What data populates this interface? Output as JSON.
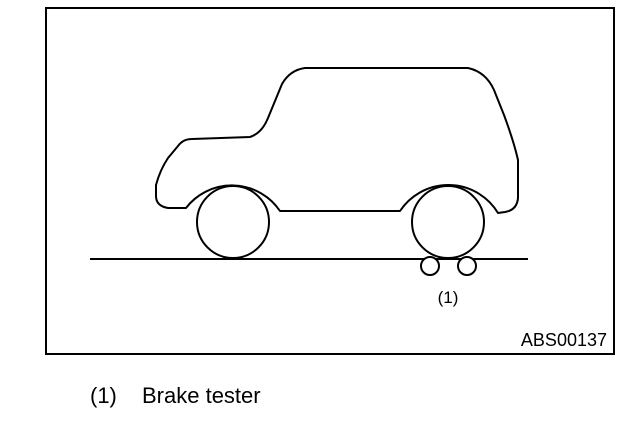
{
  "figure": {
    "callout": "(1)",
    "code": "ABS00137"
  },
  "legend": [
    {
      "number": "(1)",
      "text": "Brake tester"
    }
  ]
}
